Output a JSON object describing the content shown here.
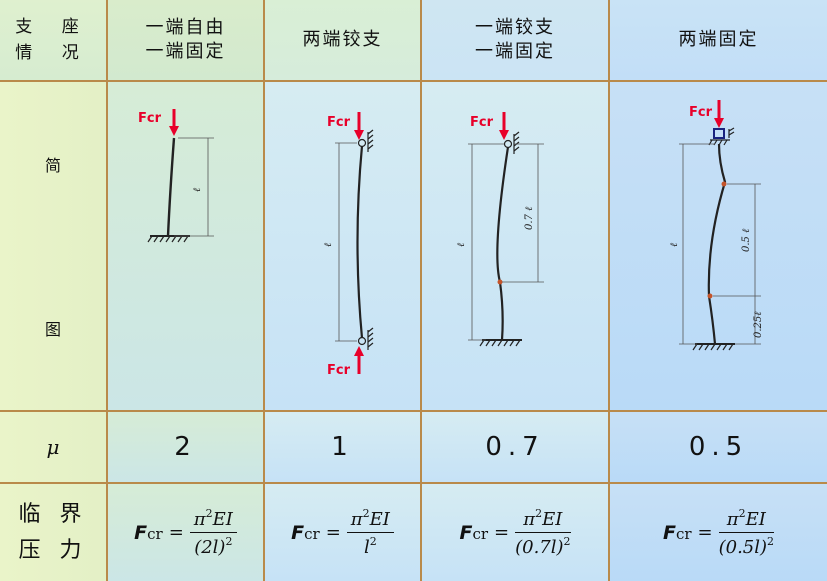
{
  "header": {
    "left": "支  座\n情  况",
    "columns": [
      {
        "line1": "一端自由",
        "line2": "一端固定"
      },
      {
        "line1": "两端铰支",
        "line2": ""
      },
      {
        "line1": "一端铰支",
        "line2": "一端固定"
      },
      {
        "line1": "两端固定",
        "line2": ""
      }
    ]
  },
  "diagram_row": {
    "label_top": "简",
    "label_bottom": "图",
    "fcr": "Fcr",
    "len_l": "ℓ",
    "len_07l": "0.7 ℓ",
    "len_05l": "0.5 ℓ",
    "len_025l": "0.25ℓ"
  },
  "mu_row": {
    "label": "μ",
    "values": [
      "2",
      "1",
      "0.7",
      "0.5"
    ]
  },
  "critical_row": {
    "label": "临 界\n压 力",
    "formulas": [
      {
        "F": "F",
        "sub": "cr",
        "eq": "=",
        "num": "π²EI",
        "num_base": "π",
        "num_exp": "2",
        "num_rest": "EI",
        "den_base": "(2l)",
        "den_exp": "2"
      },
      {
        "F": "F",
        "sub": "cr",
        "eq": "=",
        "num_base": "π",
        "num_exp": "2",
        "num_rest": "EI",
        "den_base": "l",
        "den_exp": "2"
      },
      {
        "F": "F",
        "sub": "cr",
        "eq": "=",
        "num_base": "π",
        "num_exp": "2",
        "num_rest": "EI",
        "den_base": "(0.7l)",
        "den_exp": "2"
      },
      {
        "F": "F",
        "sub": "cr",
        "eq": "=",
        "num_base": "π",
        "num_exp": "2",
        "num_rest": "EI",
        "den_base": "(0.5l)",
        "den_exp": "2"
      }
    ]
  },
  "colors": {
    "border": "#b98a4a",
    "force": "#e8002a",
    "column_line": "#222222",
    "node": "#c4542a",
    "pin": "#1a237e"
  }
}
